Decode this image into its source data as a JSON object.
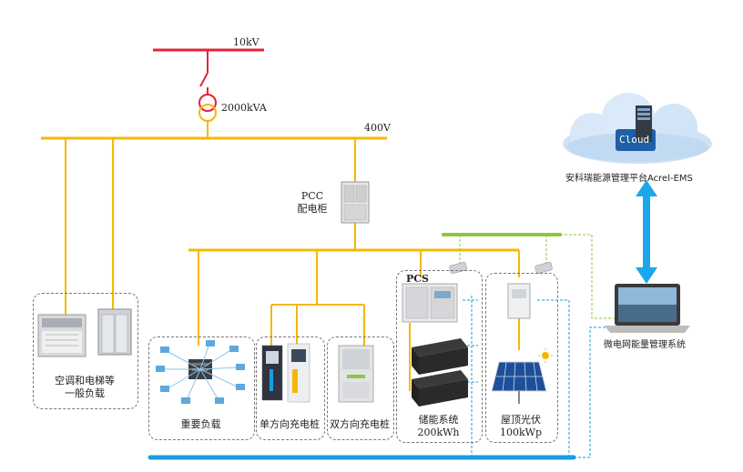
{
  "grid": {
    "voltage_hv": "10kV",
    "transformer": "2000kVA",
    "voltage_lv": "400V"
  },
  "pcc": {
    "line1": "PCC",
    "line2": "配电柜"
  },
  "cloud": {
    "label": "Cloud",
    "platform": "安科瑞能源管理平台Acrel-EMS"
  },
  "ems": {
    "label": "微电网能量管理系统"
  },
  "loads": {
    "general_line1": "空调和电梯等",
    "general_line2": "一般负载",
    "critical": "重要负载"
  },
  "chargers": {
    "unidirectional": "单方向充电桩",
    "bidirectional": "双方向充电桩"
  },
  "storage": {
    "pcs": "PCS",
    "line1": "储能系统",
    "line2": "200kWh"
  },
  "pv": {
    "line1": "屋顶光伏",
    "line2": "100kWp"
  },
  "colors": {
    "power_bus": "#f5b800",
    "hv_line": "#e8203a",
    "comm_bus": "#1a9de0",
    "green_bus": "#8dc63f",
    "cloud_arrow": "#1aa7ec"
  }
}
